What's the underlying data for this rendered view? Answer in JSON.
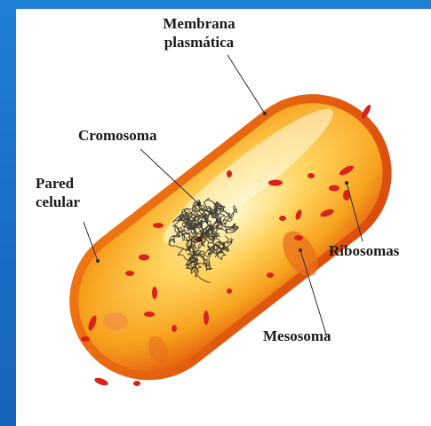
{
  "labels": {
    "membrana_line1": "Membrana",
    "membrana_line2": "plasmática",
    "cromosoma": "Cromosoma",
    "pared_line1": "Pared",
    "pared_line2": "celular",
    "ribosomas": "Ribosomas",
    "mesosoma": "Mesosoma"
  },
  "colors": {
    "background_blue": "#1a6fc8",
    "cell_outer": "#e85a0c",
    "cell_inner": "#ffd96a",
    "ribosome": "#d8221a",
    "chromosome": "#1e1e1e"
  }
}
